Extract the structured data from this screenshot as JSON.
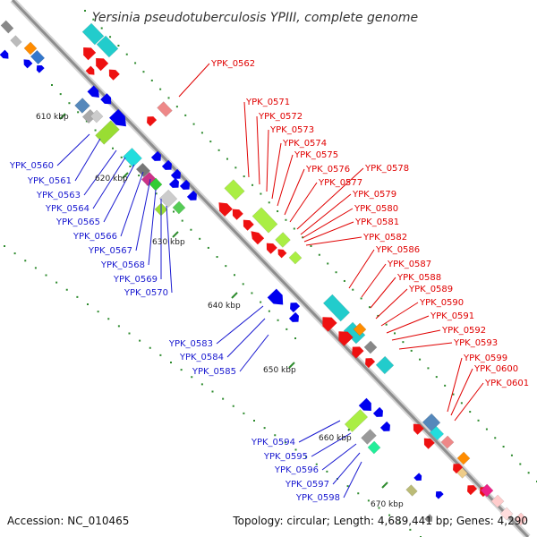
{
  "title": "Yersinia pseudotuberculosis YPIII, complete genome",
  "accession": "Accession: NC_010465",
  "summary": "Topology: circular; Length: 4,689,441 bp; Genes: 4,290",
  "colors": {
    "backbone": "#999999",
    "tick": "#2e8b2e",
    "label_blue": "#1a1ad0",
    "label_red": "#e00000"
  },
  "kbp_ticks": [
    {
      "label": "610 kbp"
    },
    {
      "label": "620 kbp"
    },
    {
      "label": "630 kbp"
    },
    {
      "label": "640 kbp"
    },
    {
      "label": "650 kbp"
    },
    {
      "label": "660 kbp"
    },
    {
      "label": "670 kbp"
    }
  ],
  "genes_left": [
    "YPK_0560",
    "YPK_0561",
    "YPK_0563",
    "YPK_0564",
    "YPK_0565",
    "YPK_0566",
    "YPK_0567",
    "YPK_0568",
    "YPK_0569",
    "YPK_0570",
    "YPK_0583",
    "YPK_0584",
    "YPK_0585",
    "YPK_0594",
    "YPK_0595",
    "YPK_0596",
    "YPK_0597",
    "YPK_0598"
  ],
  "genes_right": [
    "YPK_0562",
    "YPK_0571",
    "YPK_0572",
    "YPK_0573",
    "YPK_0574",
    "YPK_0575",
    "YPK_0576",
    "YPK_0577",
    "YPK_0578",
    "YPK_0579",
    "YPK_0580",
    "YPK_0581",
    "YPK_0582",
    "YPK_0586",
    "YPK_0587",
    "YPK_0588",
    "YPK_0589",
    "YPK_0590",
    "YPK_0591",
    "YPK_0592",
    "YPK_0593",
    "YPK_0599",
    "YPK_0600",
    "YPK_0601"
  ]
}
